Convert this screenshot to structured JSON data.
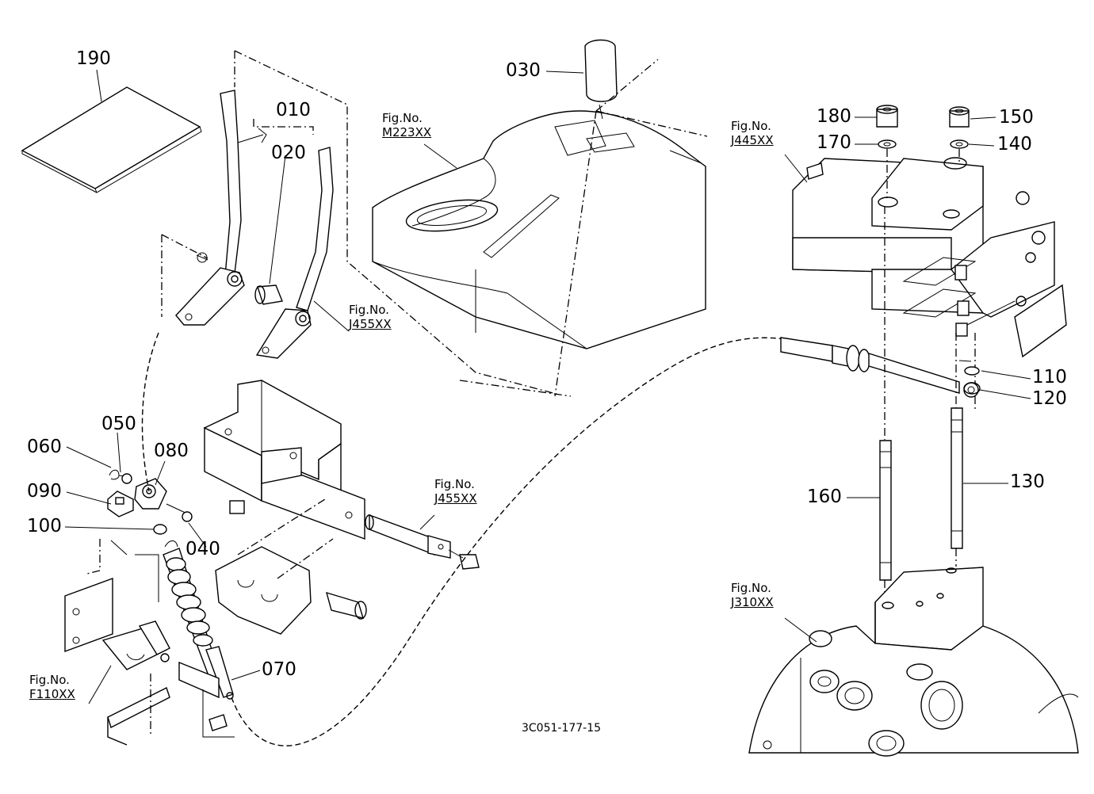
{
  "part_numbers": {
    "p010": "010",
    "p020": "020",
    "p030": "030",
    "p040": "040",
    "p050": "050",
    "p060": "060",
    "p070": "070",
    "p080": "080",
    "p090": "090",
    "p100": "100",
    "p110": "110",
    "p120": "120",
    "p130": "130",
    "p140": "140",
    "p150": "150",
    "p160": "160",
    "p170": "170",
    "p180": "180",
    "p190": "190"
  },
  "figure_refs": {
    "fig_prefix": "Fig.No.",
    "m223": "M223XX",
    "j455_upper": "J455XX",
    "j455_lower": "J455XX",
    "j445": "J445XX",
    "j310": "J310XX",
    "f110": "F110XX"
  },
  "drawing_id": "3C051-177-15"
}
